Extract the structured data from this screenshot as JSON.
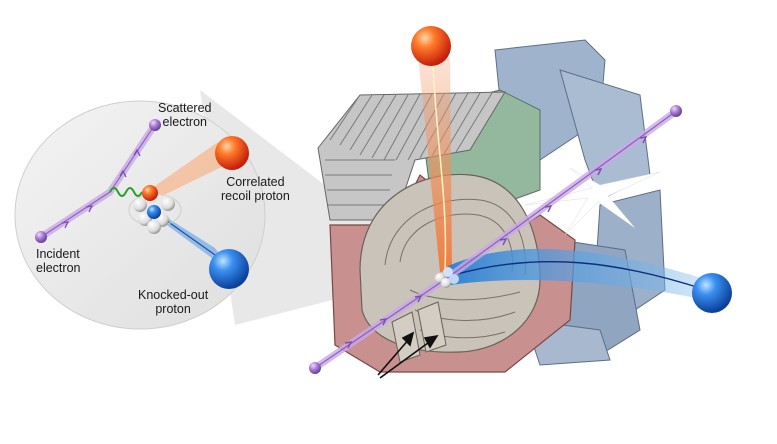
{
  "labels": {
    "scattered_electron": [
      "Scattered",
      "electron"
    ],
    "incident_electron": [
      "Incident",
      "electron"
    ],
    "correlated_recoil_proton": [
      "Correlated",
      "recoil proton"
    ],
    "knocked_out_proton": [
      "Knocked-out",
      "proton"
    ]
  },
  "colors": {
    "electron": "#9b6fc4",
    "electron_track": "#c9a9e6",
    "proton_red": "#e8401c",
    "proton_blue": "#1d6fd1",
    "beam_orange": "#f08a4b",
    "beam_blue": "#2f7fd0",
    "detector_red": "#c98a8a",
    "detector_gray": "#b9b5ad",
    "detector_blue": "#93a9c4",
    "detector_green": "#8fb39a",
    "callout_bg": "#ebebeb"
  },
  "icons": [
    "electron-icon",
    "proton-icon",
    "nucleus-icon",
    "photon-wave-icon",
    "arrow-icon"
  ]
}
